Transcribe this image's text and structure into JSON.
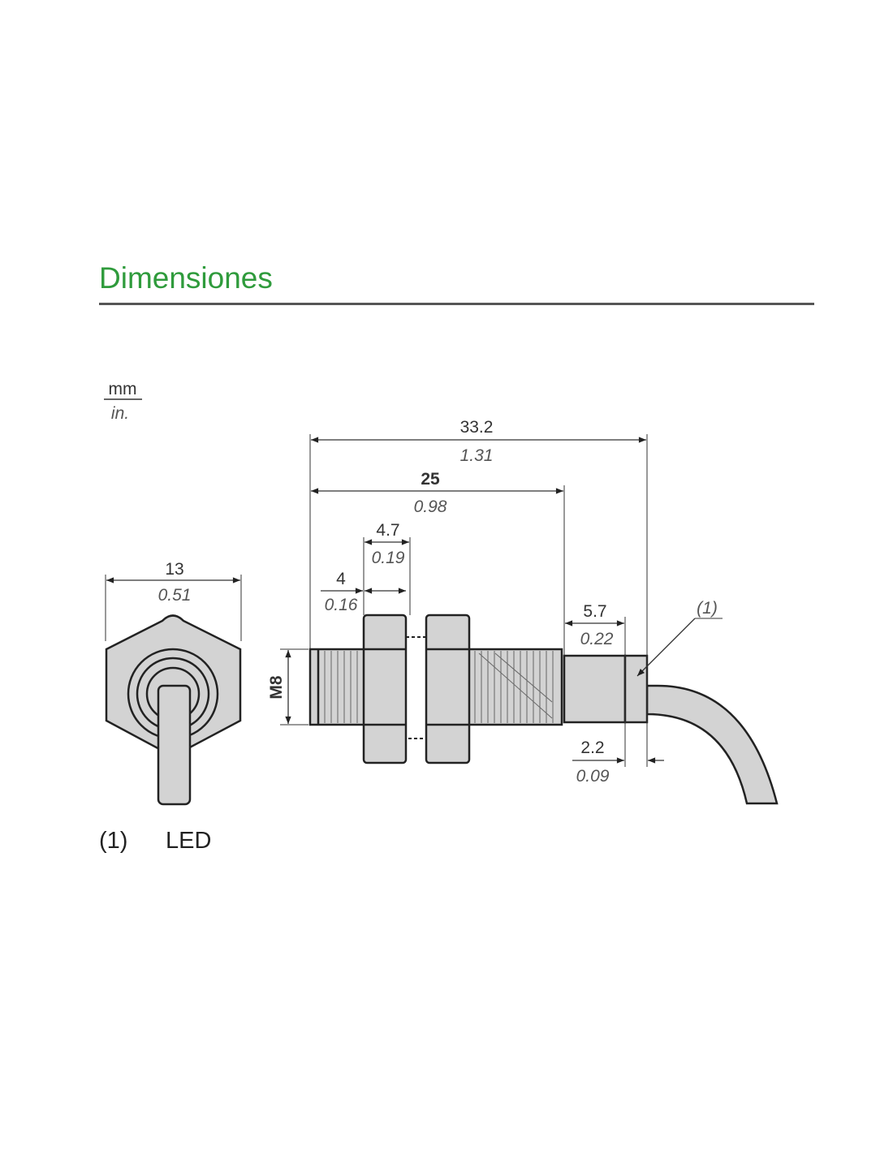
{
  "title": "Dimensiones",
  "units": {
    "top": "mm",
    "bottom": "in."
  },
  "dimensions": {
    "overall": {
      "mm": "33.2",
      "in": "1.31"
    },
    "body": {
      "mm": "25",
      "in": "0.98"
    },
    "nut_width": {
      "mm": "4.7",
      "in": "0.19"
    },
    "front": {
      "mm": "4",
      "in": "0.16"
    },
    "hex": {
      "mm": "13",
      "in": "0.51"
    },
    "rear": {
      "mm": "5.7",
      "in": "0.22"
    },
    "led_ring": {
      "mm": "2.2",
      "in": "0.09"
    },
    "thread": "M8"
  },
  "callout": "(1)",
  "legend": {
    "marker": "(1)",
    "label": "LED"
  },
  "colors": {
    "title": "#2f9b3c",
    "part_fill": "#d3d3d3",
    "line": "#333333"
  }
}
